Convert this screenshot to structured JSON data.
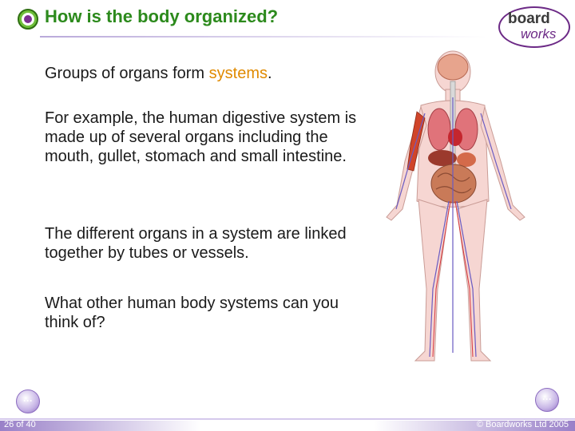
{
  "header": {
    "title": "How is the body organized?",
    "icon": "cell-icon"
  },
  "logo": {
    "line1": "board",
    "line2": "works"
  },
  "content": {
    "p1_before": "Groups of organs form ",
    "p1_highlight": "systems",
    "p1_after": ".",
    "p2": "For example, the human digestive system is made up of several organs including the mouth, gullet, stomach and small intestine.",
    "p3": "The different organs in a system are linked together by tubes or vessels.",
    "p4": "What other human body systems can you think of?"
  },
  "nav": {
    "prev_icon": "previous-slide-icon",
    "next_icon": "next-slide-icon",
    "prev_label": "···",
    "next_label": "···"
  },
  "footer": {
    "slide_number": "26 of 40",
    "copyright": "© Boardworks Ltd 2005"
  },
  "colors": {
    "title": "#2c8a1c",
    "highlight": "#e08a00",
    "accent": "#6c2a86",
    "footer": "#9980c8"
  }
}
